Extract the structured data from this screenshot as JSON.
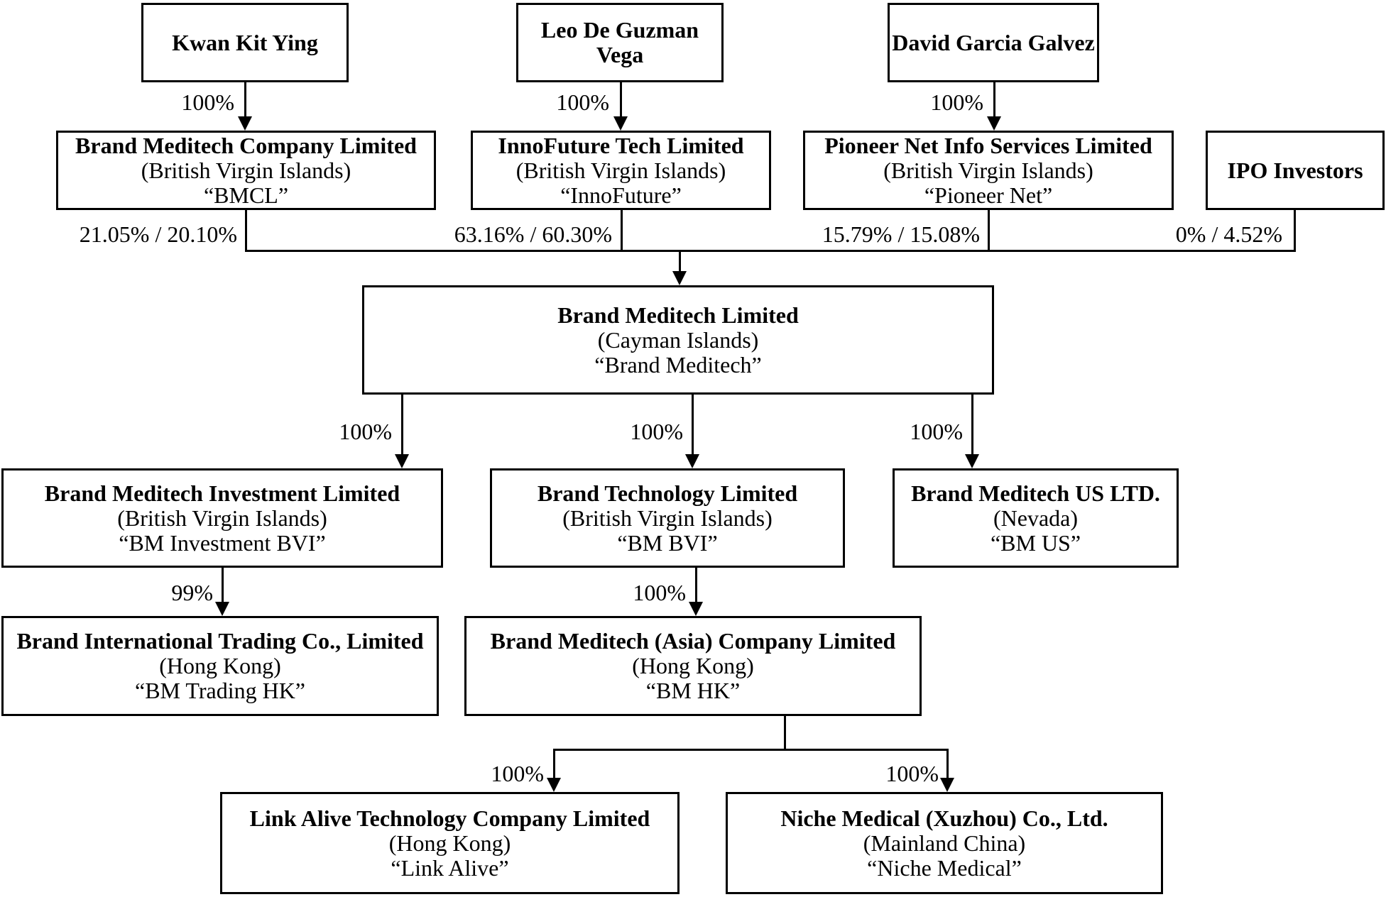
{
  "diagram": {
    "type": "org-structure-flowchart",
    "background_color": "#ffffff",
    "line_color": "#000000",
    "text_color": "#000000",
    "nodes": {
      "kwan": {
        "name": "Kwan Kit Ying"
      },
      "leo": {
        "name": "Leo De Guzman Vega"
      },
      "david": {
        "name": "David Garcia Galvez"
      },
      "bmcl": {
        "name": "Brand Meditech Company Limited",
        "jurisdiction": "(British Virgin Islands)",
        "alias": "“BMCL”"
      },
      "innofuture": {
        "name": "InnoFuture Tech Limited",
        "jurisdiction": "(British Virgin Islands)",
        "alias": "“InnoFuture”"
      },
      "pioneer": {
        "name": "Pioneer Net Info Services Limited",
        "jurisdiction": "(British Virgin Islands)",
        "alias": "“Pioneer Net”"
      },
      "ipo": {
        "name": "IPO Investors"
      },
      "brand_meditech": {
        "name": "Brand Meditech Limited",
        "jurisdiction": "(Cayman Islands)",
        "alias": "“Brand Meditech”"
      },
      "bm_investment": {
        "name": "Brand Meditech Investment Limited",
        "jurisdiction": "(British Virgin Islands)",
        "alias": "“BM Investment BVI”"
      },
      "brand_tech": {
        "name": "Brand Technology Limited",
        "jurisdiction": "(British Virgin Islands)",
        "alias": "“BM BVI”"
      },
      "bm_us": {
        "name": "Brand Meditech US LTD.",
        "jurisdiction": "(Nevada)",
        "alias": "“BM US”"
      },
      "bm_trading": {
        "name": "Brand International Trading Co., Limited",
        "jurisdiction": "(Hong Kong)",
        "alias": "“BM Trading HK”"
      },
      "bm_hk": {
        "name": "Brand Meditech (Asia) Company Limited",
        "jurisdiction": "(Hong Kong)",
        "alias": "“BM HK”"
      },
      "link_alive": {
        "name": "Link Alive Technology Company Limited",
        "jurisdiction": "(Hong Kong)",
        "alias": "“Link Alive”"
      },
      "niche": {
        "name": "Niche Medical (Xuzhou) Co., Ltd.",
        "jurisdiction": "(Mainland China)",
        "alias": "“Niche Medical”"
      }
    },
    "edges": {
      "kwan_bmcl": {
        "label": "100%"
      },
      "leo_innofuture": {
        "label": "100%"
      },
      "david_pioneer": {
        "label": "100%"
      },
      "bmcl_brand_meditech": {
        "label": "21.05% / 20.10%"
      },
      "innofuture_brand_meditech": {
        "label": "63.16% / 60.30%"
      },
      "pioneer_brand_meditech": {
        "label": "15.79% / 15.08%"
      },
      "ipo_brand_meditech": {
        "label": "0% / 4.52%"
      },
      "brand_meditech_bm_investment": {
        "label": "100%"
      },
      "brand_meditech_brand_tech": {
        "label": "100%"
      },
      "brand_meditech_bm_us": {
        "label": "100%"
      },
      "bm_investment_bm_trading": {
        "label": "99%"
      },
      "brand_tech_bm_hk": {
        "label": "100%"
      },
      "bm_hk_link_alive": {
        "label": "100%"
      },
      "bm_hk_niche": {
        "label": "100%"
      }
    }
  }
}
